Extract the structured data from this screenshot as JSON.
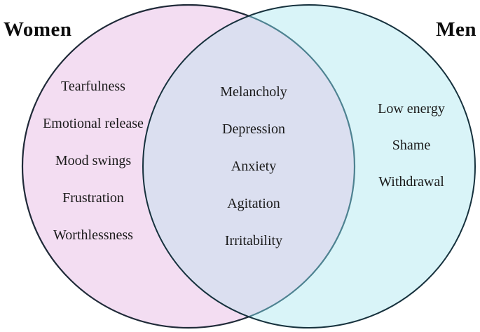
{
  "diagram": {
    "type": "venn-2-set",
    "left": {
      "title": "Women",
      "items": [
        "Tearfulness",
        "Emotional release",
        "Mood swings",
        "Frustration",
        "Worthlessness"
      ]
    },
    "overlap": {
      "items": [
        "Melancholy",
        "Depression",
        "Anxiety",
        "Agitation",
        "Irritability"
      ]
    },
    "right": {
      "title": "Men",
      "items": [
        "Low energy",
        "Shame",
        "Withdrawal"
      ]
    }
  },
  "colors": {
    "women_fill": "#f3ddf2",
    "men_fill": "#d9f4f8",
    "overlap_fill": "#dbdff0",
    "women_stroke": "#1f2a38",
    "men_stroke": "#16313d",
    "overlap_arc": "#4e8291",
    "text": "#1b1b1b"
  }
}
